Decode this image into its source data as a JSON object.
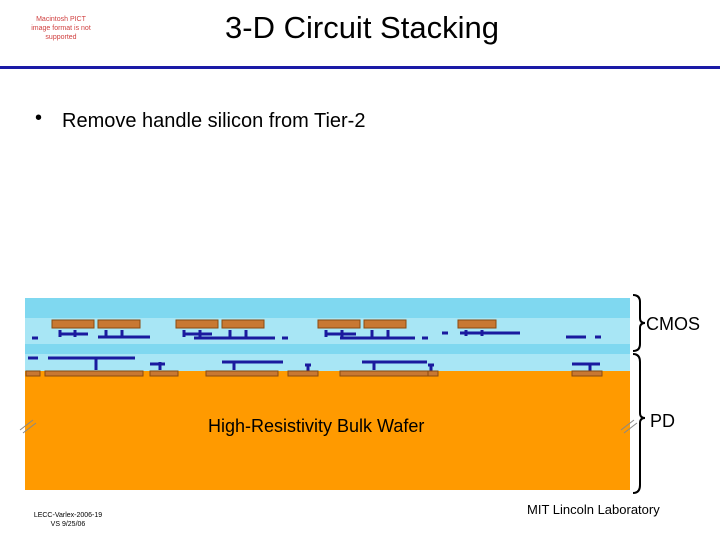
{
  "header": {
    "pict_notice": "Macintosh PICT image format is not supported",
    "title": "3-D Circuit Stacking"
  },
  "bullets": [
    {
      "text": "Remove handle silicon from Tier-2"
    }
  ],
  "diagram": {
    "labels": {
      "cmos": "CMOS",
      "pd": "PD",
      "wafer": "High-Resistivity Bulk Wafer"
    },
    "colors": {
      "bulk_wafer": "#ff9a00",
      "oxide_light": "#a8e6f5",
      "oxide_mid": "#7fd8f0",
      "metal": "#1a1a9e",
      "contact": "#c87832"
    }
  },
  "footer": {
    "left_line1": "LECC-Varlex-2006-19",
    "left_line2": "VS 9/25/06",
    "lab": "MIT Lincoln Laboratory"
  }
}
